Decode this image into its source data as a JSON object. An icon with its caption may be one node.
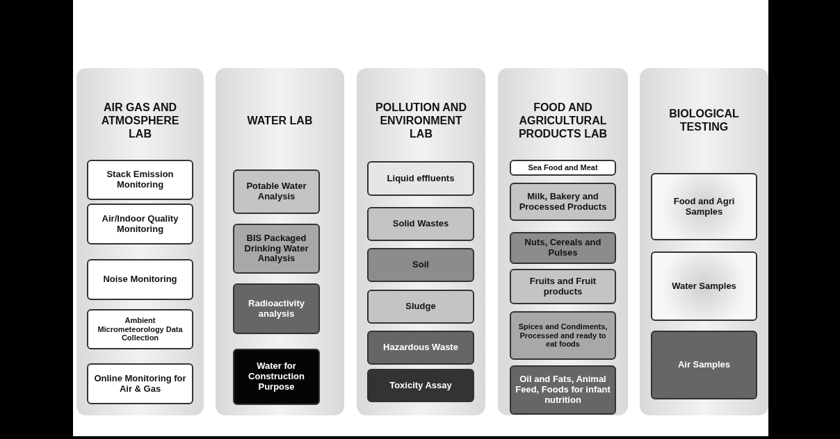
{
  "diagram": {
    "nodes": [
      {
        "text": [
          "AIR GAS AND ATMOSPHERE LAB"
        ]
      },
      {
        "text": [
          "Stack Emission Monitoring"
        ],
        "in": 0
      },
      {
        "text": [
          "Air/Indoor Quality Monitoring"
        ],
        "in": 0
      },
      {
        "text": [
          "Noise Monitoring"
        ],
        "in": 0
      },
      {
        "text": [
          "Ambient Micrometeorology Data Collection"
        ],
        "in": 0
      },
      {
        "text": [
          "Online Monitoring for Air & Gas"
        ],
        "in": 0
      },
      {
        "text": [
          "WATER LAB"
        ]
      },
      {
        "text": [
          "Potable Water Analysis"
        ],
        "in": 6
      },
      {
        "text": [
          "BIS Packaged Drinking Water Analysis"
        ],
        "in": 6
      },
      {
        "text": [
          "Radioactivity analysis"
        ],
        "in": 6
      },
      {
        "text": [
          "Water for Construction Purpose"
        ],
        "in": 6
      },
      {
        "text": [
          "POLLUTION AND ENVIRONMENT LAB"
        ]
      },
      {
        "text": [
          "Liquid effluents"
        ],
        "in": 11
      },
      {
        "text": [
          "Solid Wastes"
        ],
        "in": 11
      },
      {
        "text": [
          "Soil"
        ],
        "in": 11
      },
      {
        "text": [
          "Sludge"
        ],
        "in": 11
      },
      {
        "text": [
          "Hazardous Waste"
        ],
        "in": 11
      },
      {
        "text": [
          "Toxicity Assay"
        ],
        "in": 11
      },
      {
        "text": [
          "FOOD AND AGRICULTURAL PRODUCTS LAB"
        ]
      },
      {
        "text": [
          "Sea Food and Meat"
        ],
        "in": 18
      },
      {
        "text": [
          "Milk, Bakery and Processed Products"
        ],
        "in": 18
      },
      {
        "text": [
          "Nuts, Cereals and Pulses"
        ],
        "in": 18
      },
      {
        "text": [
          "Fruits and Fruit products"
        ],
        "in": 18
      },
      {
        "text": [
          "Spices and Condiments, Processed and ready to eat foods"
        ],
        "in": 18
      },
      {
        "text": [
          "Oil and Fats, Animal Feed, Foods for infant nutrition"
        ],
        "in": 18
      },
      {
        "text": [
          "BIOLOGICAL TESTING"
        ]
      },
      {
        "text": [
          "Food and Agri Samples"
        ],
        "in": 25
      },
      {
        "text": [
          "Water Samples"
        ],
        "in": 25
      },
      {
        "text": [
          "Air Samples"
        ],
        "in": 25
      }
    ]
  }
}
